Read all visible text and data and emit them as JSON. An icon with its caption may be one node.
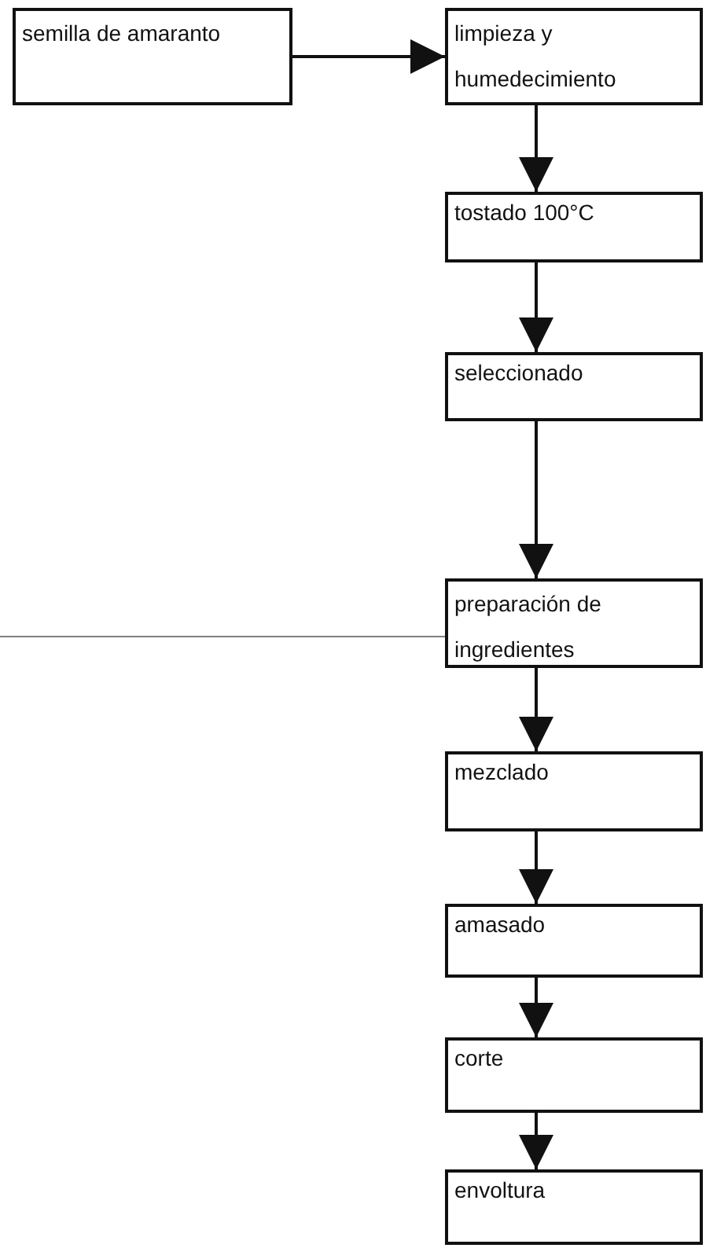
{
  "diagram": {
    "nodes": [
      {
        "text": [
          "semilla de amaranto"
        ]
      },
      {
        "text": [
          "limpieza y humedecimiento"
        ]
      },
      {
        "text": [
          "tostado 100°C"
        ]
      },
      {
        "text": [
          "seleccionado"
        ]
      },
      {
        "text": [
          "preparación de ingredientes"
        ]
      },
      {
        "text": [
          "mezclado"
        ]
      },
      {
        "text": [
          "amasado"
        ]
      },
      {
        "text": [
          "corte"
        ]
      },
      {
        "text": [
          "envoltura"
        ]
      }
    ],
    "edges": [
      {
        "from": 0,
        "to": 1,
        "arrow": "to"
      },
      {
        "from": 1,
        "to": 2,
        "arrow": "to"
      },
      {
        "from": 2,
        "to": 3,
        "arrow": "to"
      },
      {
        "from": 3,
        "to": 4,
        "arrow": "to"
      },
      {
        "from": null,
        "to": 4,
        "arrow": "none",
        "color": "#808080"
      },
      {
        "from": 4,
        "to": 5,
        "arrow": "to"
      },
      {
        "from": 5,
        "to": 6,
        "arrow": "to"
      },
      {
        "from": 6,
        "to": 7,
        "arrow": "to"
      },
      {
        "from": 7,
        "to": 8,
        "arrow": "to"
      }
    ]
  }
}
